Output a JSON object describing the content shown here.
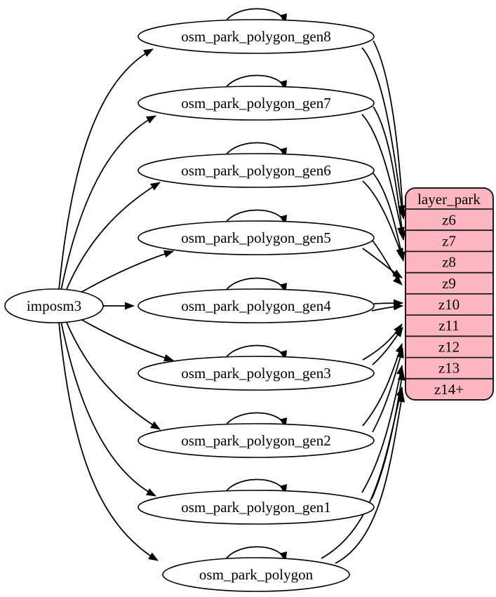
{
  "source": {
    "label": "imposm3"
  },
  "tables": [
    {
      "label": "osm_park_polygon_gen8",
      "feeds_zoom": "z6"
    },
    {
      "label": "osm_park_polygon_gen7",
      "feeds_zoom": "z7"
    },
    {
      "label": "osm_park_polygon_gen6",
      "feeds_zoom": "z8"
    },
    {
      "label": "osm_park_polygon_gen5",
      "feeds_zoom": "z9"
    },
    {
      "label": "osm_park_polygon_gen4",
      "feeds_zoom": "z10"
    },
    {
      "label": "osm_park_polygon_gen3",
      "feeds_zoom": "z11"
    },
    {
      "label": "osm_park_polygon_gen2",
      "feeds_zoom": "z12"
    },
    {
      "label": "osm_park_polygon_gen1",
      "feeds_zoom": "z13"
    },
    {
      "label": "osm_park_polygon",
      "feeds_zoom": "z14+"
    }
  ],
  "layer_table": {
    "header": "layer_park",
    "rows": [
      "z6",
      "z7",
      "z8",
      "z9",
      "z10",
      "z11",
      "z12",
      "z13",
      "z14+"
    ]
  },
  "edges": {
    "imports": [
      {
        "from": "imposm3",
        "to": "osm_park_polygon_gen8"
      },
      {
        "from": "imposm3",
        "to": "osm_park_polygon_gen7"
      },
      {
        "from": "imposm3",
        "to": "osm_park_polygon_gen6"
      },
      {
        "from": "imposm3",
        "to": "osm_park_polygon_gen5"
      },
      {
        "from": "imposm3",
        "to": "osm_park_polygon_gen4"
      },
      {
        "from": "imposm3",
        "to": "osm_park_polygon_gen3"
      },
      {
        "from": "imposm3",
        "to": "osm_park_polygon_gen2"
      },
      {
        "from": "imposm3",
        "to": "osm_park_polygon_gen1"
      },
      {
        "from": "imposm3",
        "to": "osm_park_polygon"
      }
    ],
    "self_loops": [
      "osm_park_polygon_gen8",
      "osm_park_polygon_gen7",
      "osm_park_polygon_gen6",
      "osm_park_polygon_gen5",
      "osm_park_polygon_gen4",
      "osm_park_polygon_gen3",
      "osm_park_polygon_gen2",
      "osm_park_polygon_gen1",
      "osm_park_polygon"
    ],
    "zoom_usage": [
      {
        "table": "osm_park_polygon_gen8",
        "zoom": "z6",
        "arrows": 2
      },
      {
        "table": "osm_park_polygon_gen7",
        "zoom": "z7",
        "arrows": 2
      },
      {
        "table": "osm_park_polygon_gen6",
        "zoom": "z8",
        "arrows": 2
      },
      {
        "table": "osm_park_polygon_gen5",
        "zoom": "z9",
        "arrows": 2
      },
      {
        "table": "osm_park_polygon_gen4",
        "zoom": "z10",
        "arrows": 2
      },
      {
        "table": "osm_park_polygon_gen3",
        "zoom": "z11",
        "arrows": 2
      },
      {
        "table": "osm_park_polygon_gen2",
        "zoom": "z12",
        "arrows": 2
      },
      {
        "table": "osm_park_polygon_gen1",
        "zoom": "z13",
        "arrows": 2
      },
      {
        "table": "osm_park_polygon",
        "zoom": "z14+",
        "arrows": 2
      }
    ]
  },
  "colors": {
    "layer_fill": "#ffb6c1",
    "node_fill": "#ffffff",
    "stroke": "#000000"
  }
}
